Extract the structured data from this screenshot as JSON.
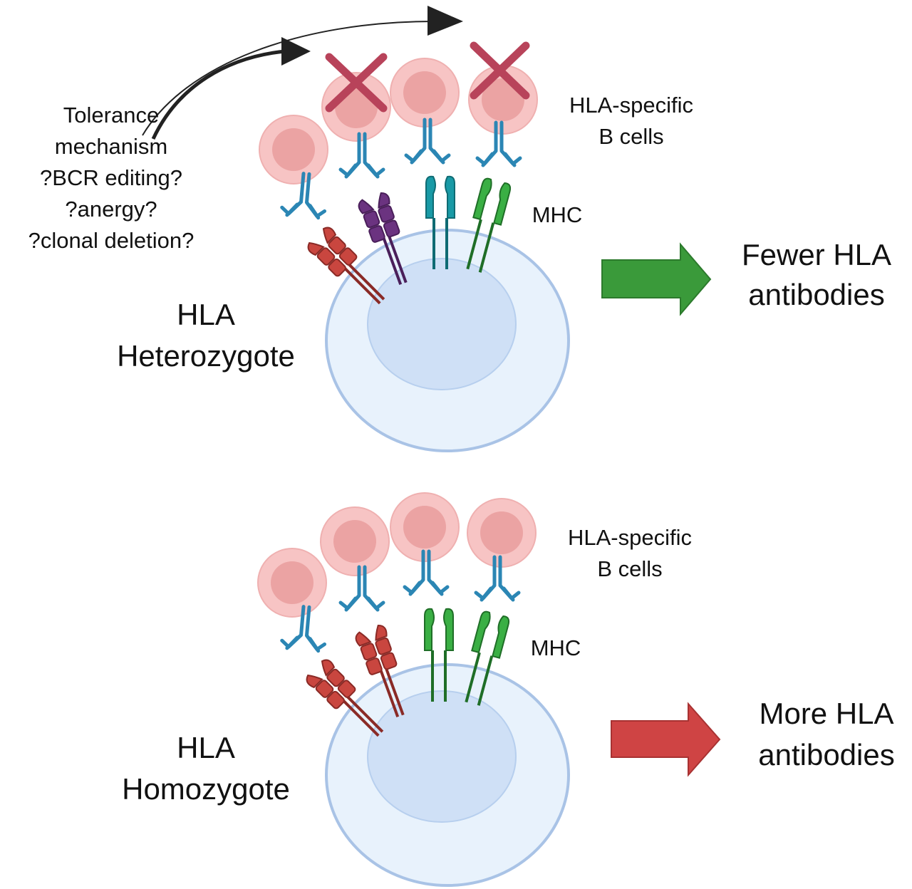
{
  "top_panel": {
    "cell_label_1": "HLA",
    "cell_label_2": "Heterozygote",
    "bcell_label_1": "HLA-specific",
    "bcell_label_2": "B cells",
    "mhc_label": "MHC",
    "tolerance_lines": [
      "Tolerance",
      "mechanism",
      "?BCR editing?",
      "?anergy?",
      "?clonal deletion?"
    ],
    "outcome_1": "Fewer HLA",
    "outcome_2": "antibodies",
    "outcome_arrow_color": "#3a9a3a",
    "deleted_marker_color": "#b8435a"
  },
  "bottom_panel": {
    "cell_label_1": "HLA",
    "cell_label_2": "Homozygote",
    "bcell_label_1": "HLA-specific",
    "bcell_label_2": "B cells",
    "mhc_label": "MHC",
    "outcome_1": "More HLA",
    "outcome_2": "antibodies",
    "outcome_arrow_color": "#cf4444"
  },
  "colors": {
    "cell_outer": "#e8f2fc",
    "cell_inner": "#cfe0f6",
    "cell_stroke": "#a9c3e6",
    "bcell_outer": "#f7c4c4",
    "bcell_inner": "#eba3a3",
    "bcr": "#2b86b4",
    "mhc_red": "#c9463f",
    "mhc_purple": "#6b3380",
    "mhc_teal": "#199aa6",
    "mhc_green": "#3aaf44"
  }
}
